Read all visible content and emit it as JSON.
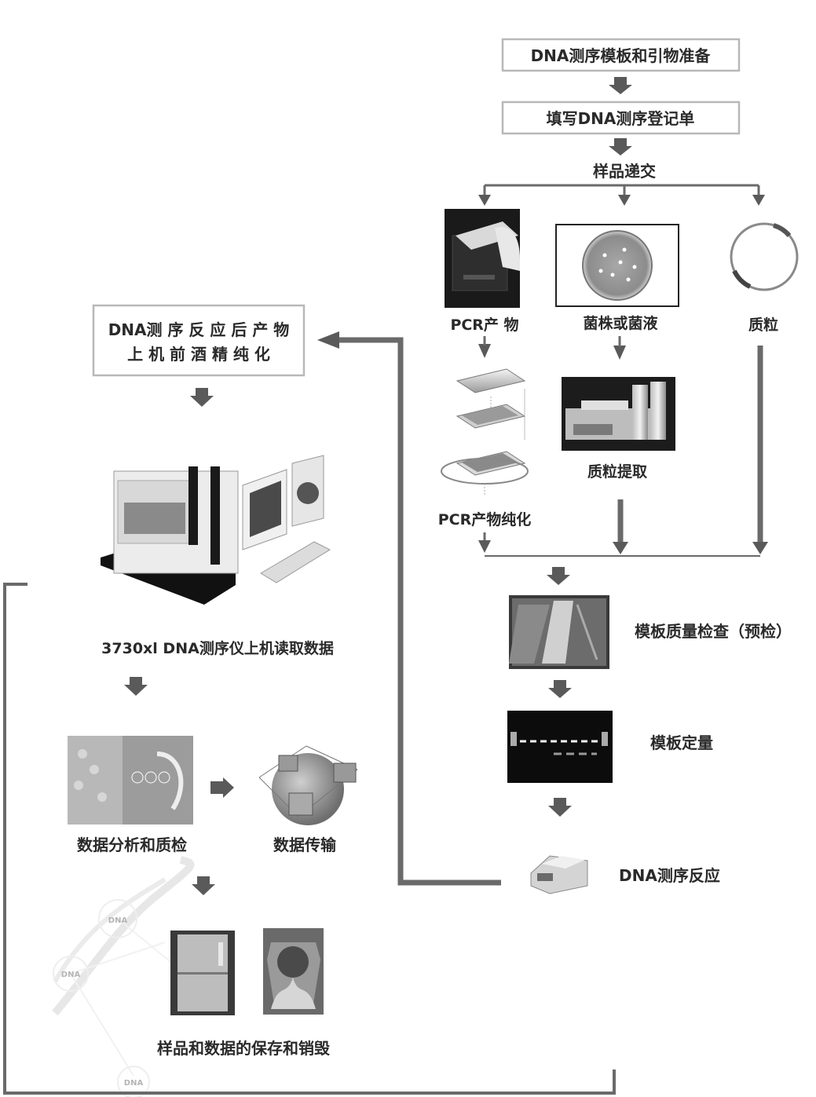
{
  "steps": {
    "template_primer": "DNA测序模板和引物准备",
    "fill_form": "填写DNA测序登记单",
    "submit_sample": "样品递交",
    "pcr_product": "PCR产 物",
    "strain": "菌株或菌液",
    "plasmid": "质粒",
    "pcr_purify": "PCR产物纯化",
    "plasmid_extract": "质粒提取",
    "template_check": "模板质量检查（预检）",
    "template_quant": "模板定量",
    "seq_reaction": "DNA测序反应",
    "purify_line1": "DNA测 序 反 应 后 产 物",
    "purify_line2": "上 机 前 酒 精 纯 化",
    "instrument_read": "3730xl DNA测序仪上机读取数据",
    "analysis_qc": "数据分析和质检",
    "transfer": "数据传输",
    "storage": "样品和数据的保存和销毁"
  },
  "watermark": [
    "DNA",
    "DNA",
    "DNA"
  ],
  "colors": {
    "flow_line": "#6a6a6a",
    "box_border": "#b8b8b8",
    "text": "#2a2a2a"
  },
  "icons": [
    "pcr-plate-photo",
    "petri-dish-photo",
    "plasmid-circle-icon",
    "purification-plates-photo",
    "extraction-robot-photo",
    "gel-check-photo",
    "gel-quant-photo",
    "thermocycler-photo",
    "sequencer-instrument-photo",
    "analysis-photo",
    "network-transfer-icon",
    "freezer-photo",
    "incinerator-photo",
    "dna-helix-watermark"
  ]
}
